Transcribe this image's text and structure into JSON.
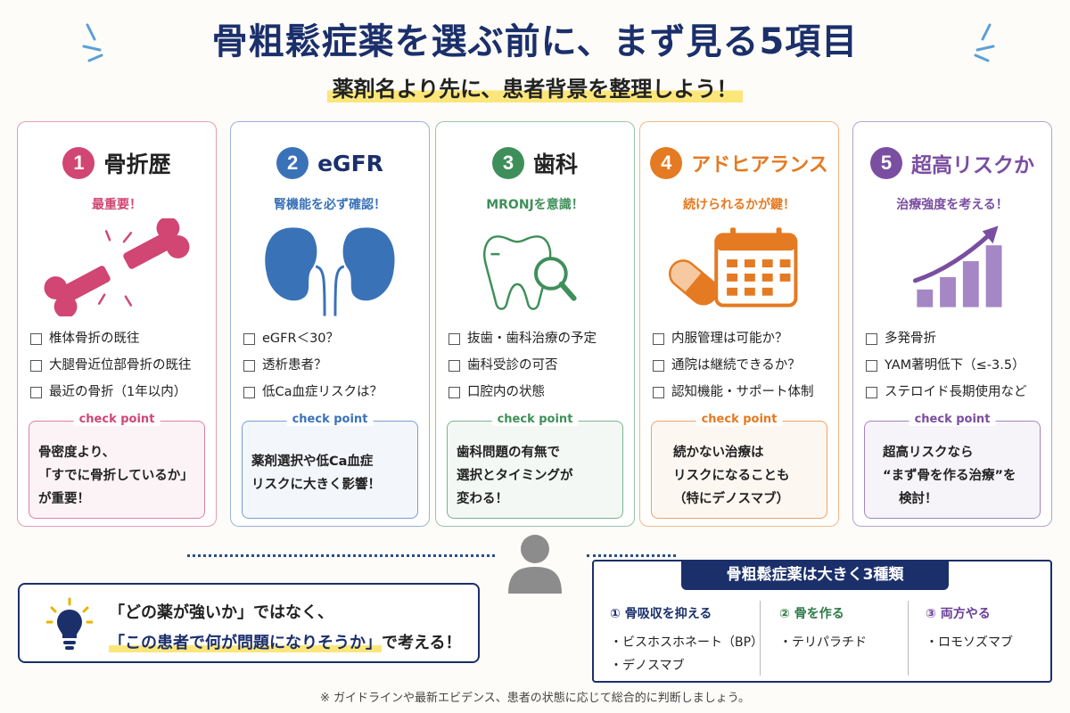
{
  "title": "骨粗鬆症薬を選ぶ前に、まず見る5項目",
  "subtitle": "薬剤名より先に、患者背景を整理しよう！",
  "check_point_label": "check point",
  "cards": [
    {
      "num": "1",
      "title": "骨折歴",
      "tagline": "最重要！",
      "color": "#d14673",
      "icon": "broken-bone-icon",
      "checks": [
        "椎体骨折の既往",
        "大腿骨近位部骨折の既往",
        "最近の骨折（1年以内）"
      ],
      "cp": [
        "骨密度より、",
        "「すでに骨折しているか」",
        "が重要！"
      ]
    },
    {
      "num": "2",
      "title": "eGFR",
      "tagline": "腎機能を必ず確認！",
      "color": "#3a72b8",
      "icon": "kidney-icon",
      "checks": [
        "eGFR＜30？",
        "透析患者？",
        "低Ca血症リスクは？"
      ],
      "cp": [
        "薬剤選択や低Ca血症",
        "リスクに大きく影響！"
      ]
    },
    {
      "num": "3",
      "title": "歯科",
      "tagline": "MRONJを意識！",
      "color": "#3f8f5a",
      "icon": "tooth-magnifier-icon",
      "checks": [
        "抜歯・歯科治療の予定",
        "歯科受診の可否",
        "口腔内の状態"
      ],
      "cp": [
        "歯科問題の有無で",
        "選択とタイミングが",
        "変わる！"
      ]
    },
    {
      "num": "4",
      "title": "アドヒアランス",
      "tagline": "続けられるかが鍵！",
      "color": "#e47a22",
      "icon": "pill-calendar-icon",
      "checks": [
        "内服管理は可能か？",
        "通院は継続できるか？",
        "認知機能・サポート体制"
      ],
      "cp": [
        "続かない治療は",
        "リスクになることも",
        "（特にデノスマブ）"
      ]
    },
    {
      "num": "5",
      "title": "超高リスクか",
      "tagline": "治療強度を考える！",
      "color": "#7a4ea0",
      "icon": "rising-bar-chart-icon",
      "checks": [
        "多発骨折",
        "YAM著明低下（≤-3.5）",
        "ステロイド長期使用など"
      ],
      "cp": [
        "超高リスクなら",
        "“まず骨を作る治療”を",
        "検討！"
      ]
    }
  ],
  "tip": {
    "line1": "「どの薬が強いか」ではなく、",
    "line2_highlight": "「この患者で何が問題になりそうか」",
    "line2_rest": "で考える！"
  },
  "types": {
    "header": "骨粗鬆症薬は大きく3種類",
    "columns": [
      {
        "heading": "① 骨吸収を抑える",
        "items": [
          "・ビスホスホネート（BP）",
          "・デノスマブ"
        ]
      },
      {
        "heading": "② 骨を作る",
        "items": [
          "・テリパラチド"
        ]
      },
      {
        "heading": "③ 両方やる",
        "items": [
          "・ロモソズマブ"
        ]
      }
    ]
  },
  "footnote": "※ ガイドラインや最新エビデンス、患者の状態に応じて総合的に判断しましょう。"
}
